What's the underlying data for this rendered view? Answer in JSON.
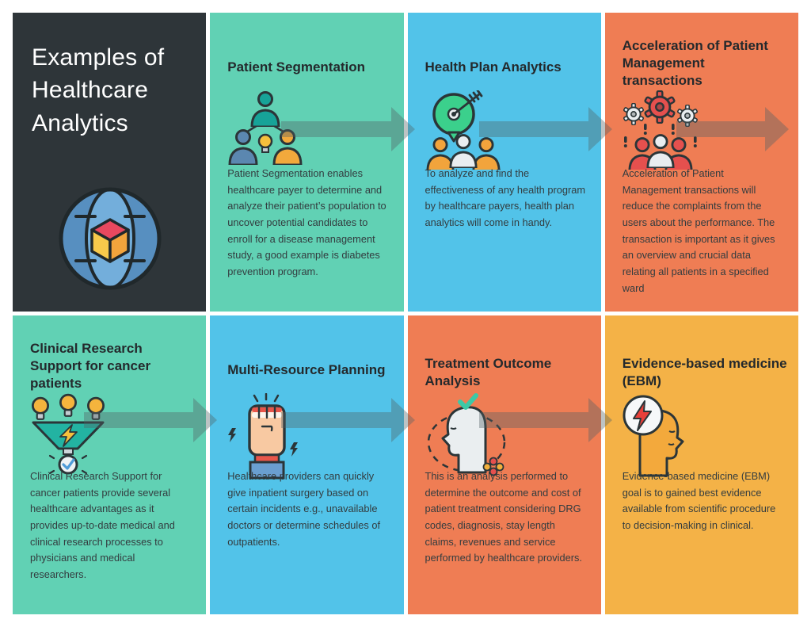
{
  "title_panel": {
    "title": "Examples of\nHealthcare\nAnalytics",
    "icon": "globe-cube-icon"
  },
  "colors": {
    "dark": "#2e3539",
    "teal": "#61d1b4",
    "blue": "#52c3e9",
    "orange": "#ef7d54",
    "yellow": "#f4b247",
    "heading_text": "#24292c",
    "body_text": "#333c3f",
    "title_text": "#ffffff",
    "arrow_overlay": "rgba(82,96,100,0.38)"
  },
  "panels": [
    {
      "id": "patient-segmentation",
      "title": "Patient Segmentation",
      "description": "Patient Segmentation enables healthcare payer to determine and analyze their patient’s population to uncover potential candidates to enroll for a disease management study, a good example is diabetes prevention program.",
      "icon": "people-idea-icon",
      "bg": "#61d1b4",
      "has_arrow": true
    },
    {
      "id": "health-plan-analytics",
      "title": "Health Plan Analytics",
      "description": "To analyze and find the effectiveness of any health program by healthcare payers, health plan analytics will come in handy.",
      "icon": "target-people-icon",
      "bg": "#52c3e9",
      "has_arrow": true
    },
    {
      "id": "acceleration-patient-management",
      "title": "Acceleration of Patient\nManagement\ntransactions",
      "description": "Acceleration of Patient Management transactions will reduce the complaints from the users about the performance. The transaction is important as it gives an overview and crucial data relating all patients in a specified ward",
      "icon": "gears-people-icon",
      "bg": "#ef7d54",
      "has_arrow": true
    },
    {
      "id": "clinical-research-support",
      "title": "Clinical Research\nSupport for cancer\npatients",
      "description": "Clinical Research Support for cancer patients provide several healthcare advantages as it provides up-to-date medical and clinical research processes to physicians and medical researchers.",
      "icon": "funnel-ideas-icon",
      "bg": "#61d1b4",
      "has_arrow": true
    },
    {
      "id": "multi-resource-planning",
      "title": "Multi-Resource Planning",
      "description": "Healthcare providers can quickly give inpatient surgery based on certain incidents e.g., unavailable doctors or determine schedules of outpatients.",
      "icon": "fist-icon",
      "bg": "#52c3e9",
      "has_arrow": true
    },
    {
      "id": "treatment-outcome-analysis",
      "title": "Treatment Outcome\nAnalysis",
      "description": "This is an analysis performed to determine the outcome and cost of patient treatment considering DRG codes, diagnosis, stay length claims, revenues and service performed by healthcare providers.",
      "icon": "head-check-icon",
      "bg": "#ef7d54",
      "has_arrow": true
    },
    {
      "id": "evidence-based-medicine",
      "title": "Evidence-based medicine\n(EBM)",
      "description": "Evidence-based medicine (EBM) goal is to gained best evidence available from scientific procedure to decision-making in clinical.",
      "icon": "head-idea-icon",
      "bg": "#f4b247",
      "has_arrow": false
    }
  ]
}
